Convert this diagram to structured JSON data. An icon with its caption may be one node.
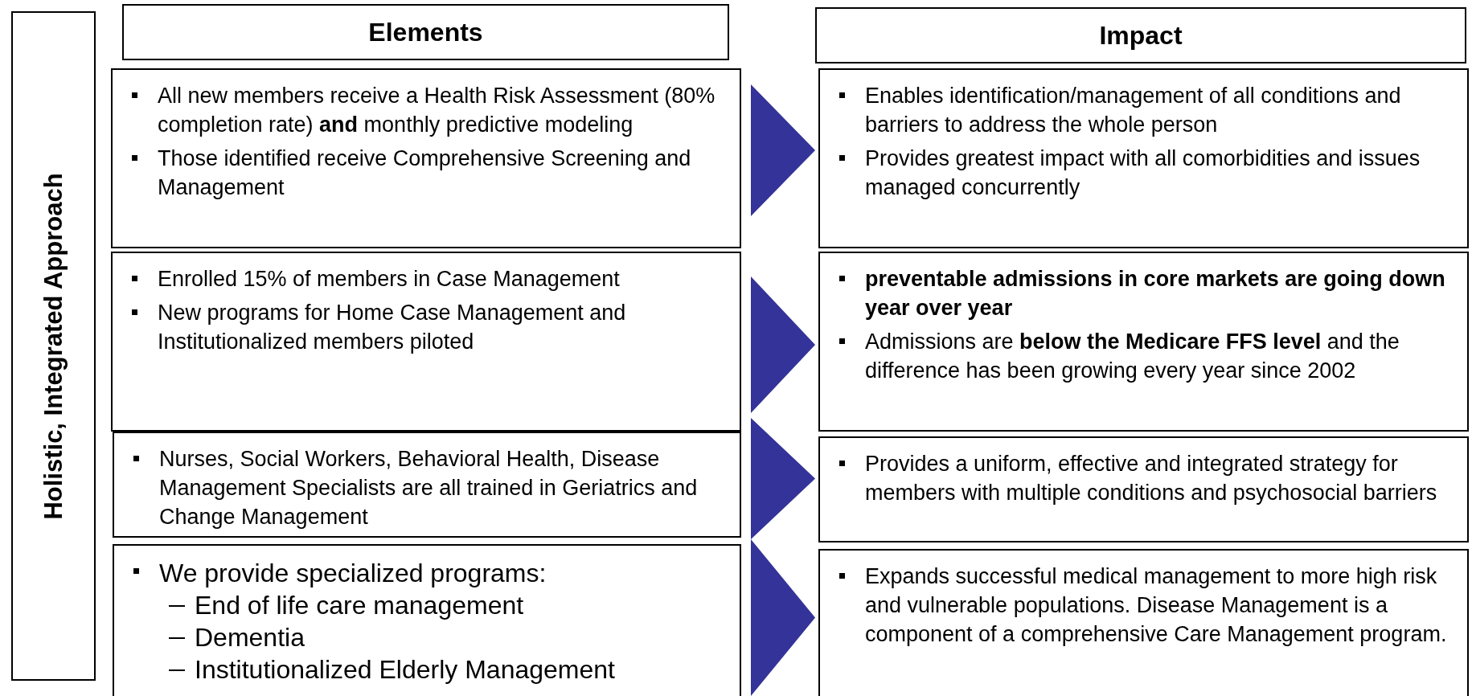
{
  "diagram": {
    "nodes": [
      {
        "text": [
          "Holistic, Integrated Approach"
        ]
      },
      {
        "text": [
          "Elements"
        ]
      },
      {
        "text": [
          "Impact"
        ]
      },
      {
        "text": [
          "All new members receive a Health Risk Assessment (80% completion rate) **and** monthly predictive modeling",
          "Those identified receive Comprehensive Screening and Management"
        ]
      },
      {
        "text": [
          "Enables identification/management of all conditions and barriers to address the whole person",
          "Provides greatest impact with all comorbidities and issues managed concurrently"
        ]
      },
      {
        "text": [
          "Enrolled 15% of members in Case Management",
          "New programs for Home Case Management and Institutionalized members piloted"
        ]
      },
      {
        "text": [
          "preventable admissions in core markets are going down year over year",
          "Admissions are **below the Medicare FFS level** and the difference has been growing every year since 2002"
        ]
      },
      {
        "text": [
          "Nurses, Social Workers, Behavioral Health, Disease Management Specialists are all trained in Geriatrics and Change Management"
        ]
      },
      {
        "text": [
          "Provides a uniform, effective and integrated strategy for members with multiple conditions and psychosocial barriers"
        ]
      },
      {
        "text": [
          "We provide specialized programs:",
          "End of life care management",
          "Dementia",
          "Institutionalized Elderly Management"
        ]
      },
      {
        "text": [
          "Expands successful medical management to more high risk and vulnerable populations.  Disease Management is a component of a comprehensive Care Management program."
        ]
      }
    ],
    "edges": [
      {
        "from": 3,
        "to": 4,
        "arrow": "to"
      },
      {
        "from": 5,
        "to": 6,
        "arrow": "to"
      },
      {
        "from": 7,
        "to": 8,
        "arrow": "to"
      },
      {
        "from": 9,
        "to": 10,
        "arrow": "to"
      }
    ]
  }
}
